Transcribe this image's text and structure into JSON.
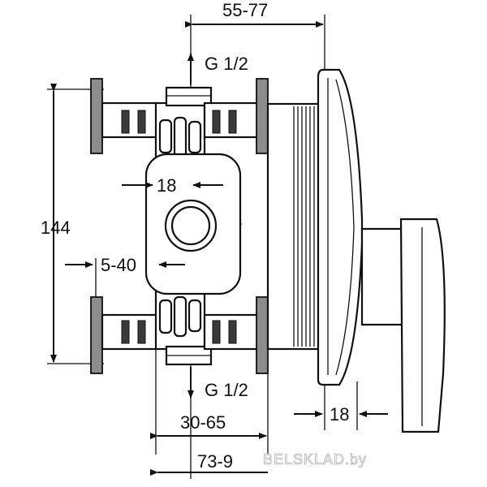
{
  "dimensions": {
    "top_width": "55-77",
    "height": "144",
    "bore": "18",
    "offset": "5-40",
    "port_top": "G 1/2",
    "port_bottom": "G 1/2",
    "depth": "30-65",
    "total_depth": "73-9",
    "handle_gap": "18"
  },
  "watermark": "BELSKLAD.by",
  "colors": {
    "line": "#111111",
    "fill_grey": "#8c8c8c",
    "background": "#ffffff"
  }
}
